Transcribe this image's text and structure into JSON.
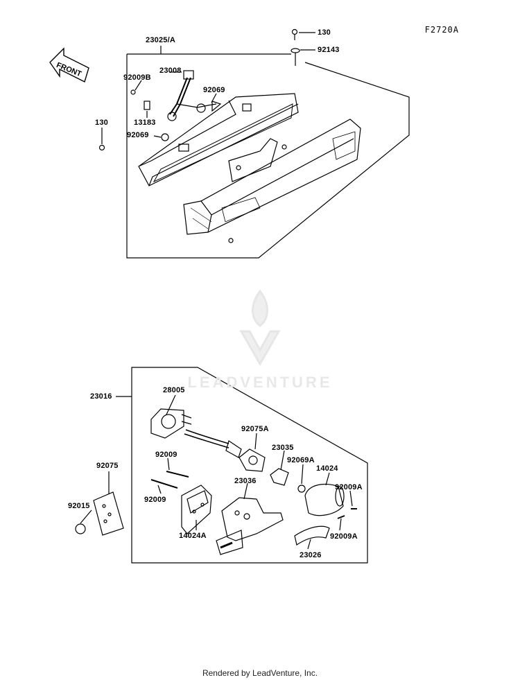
{
  "diagram_code": "F2720A",
  "front_label": "FRONT",
  "watermark_text": "LEADVENTURE",
  "footer": "Rendered by LeadVenture, Inc.",
  "upper_assembly": {
    "labels": [
      "23025/A",
      "130",
      "92143",
      "92009B",
      "23008",
      "92069",
      "13183",
      "92069",
      "130"
    ]
  },
  "lower_assembly": {
    "labels": [
      "23016",
      "28005",
      "92075A",
      "23035",
      "92069A",
      "14024",
      "92009",
      "92009",
      "23036",
      "92009A",
      "92009A",
      "14024A",
      "23026",
      "92075",
      "92015"
    ]
  },
  "colors": {
    "ink": "#000000",
    "watermark": "#e6e6e6",
    "background": "#ffffff"
  }
}
